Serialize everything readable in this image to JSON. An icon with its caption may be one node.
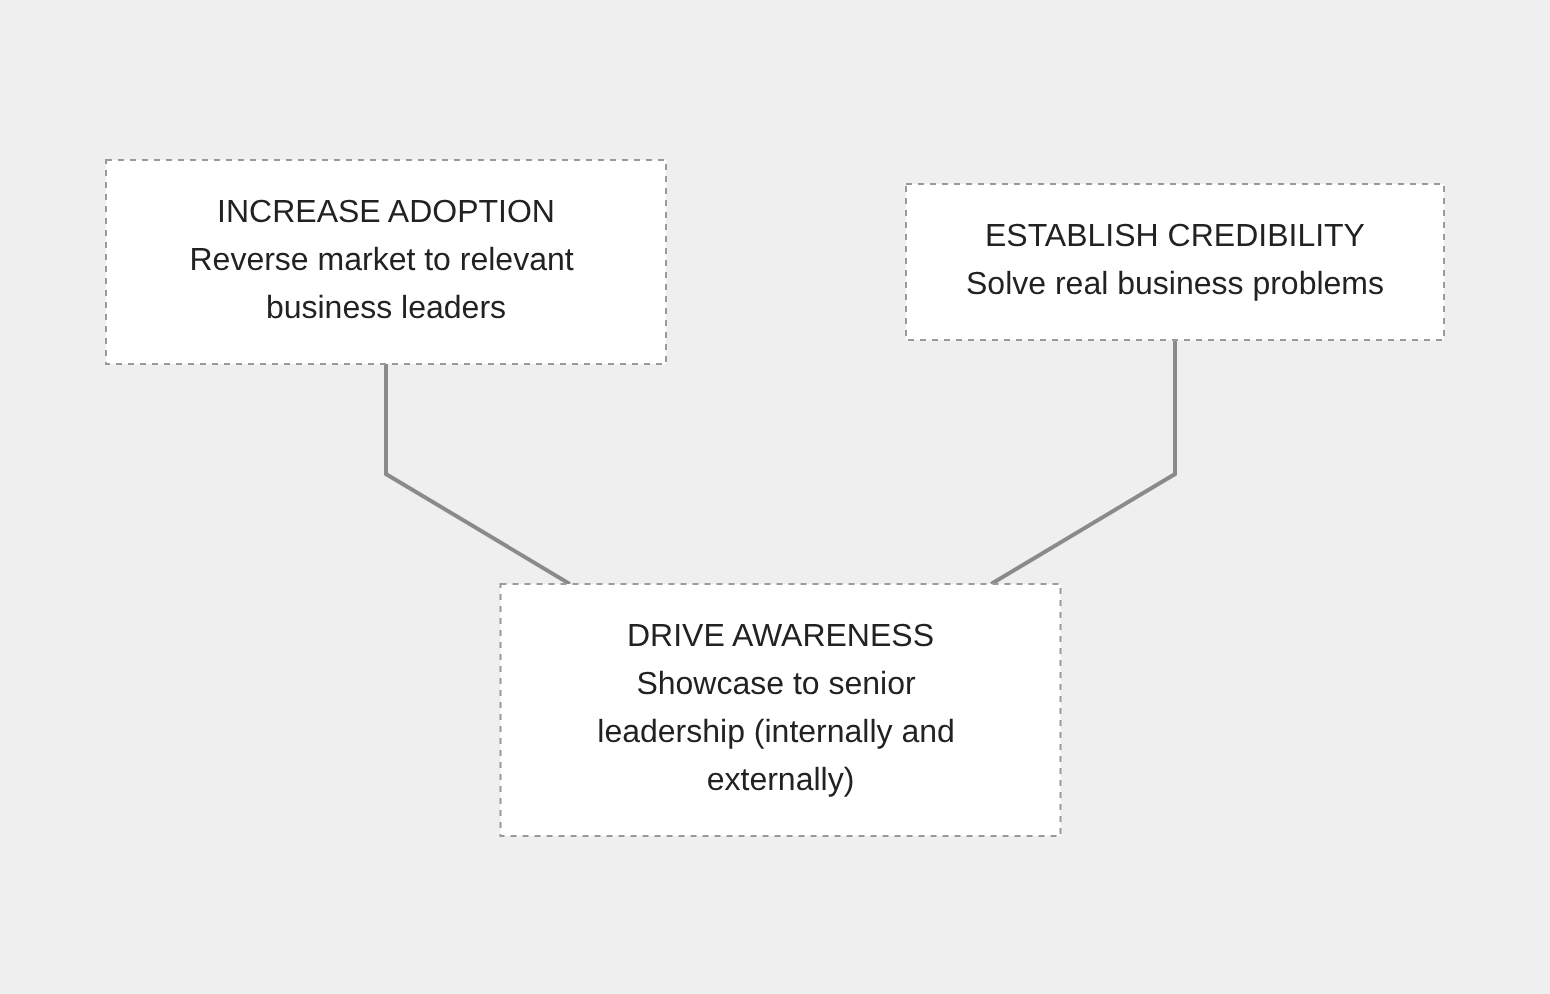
{
  "diagram": {
    "nodes": [
      {
        "text": [
          "INCREASE ADOPTION",
          "Reverse market to relevant business leaders"
        ]
      },
      {
        "text": [
          "ESTABLISH CREDIBILITY",
          "Solve real business problems"
        ]
      },
      {
        "text": [
          "DRIVE AWARENESS",
          "Showcase to senior leadership (internally and externally)"
        ]
      }
    ],
    "edges": [
      {
        "from": 0,
        "to": 2,
        "arrow": "none"
      },
      {
        "from": 1,
        "to": 2,
        "arrow": "none"
      }
    ]
  }
}
